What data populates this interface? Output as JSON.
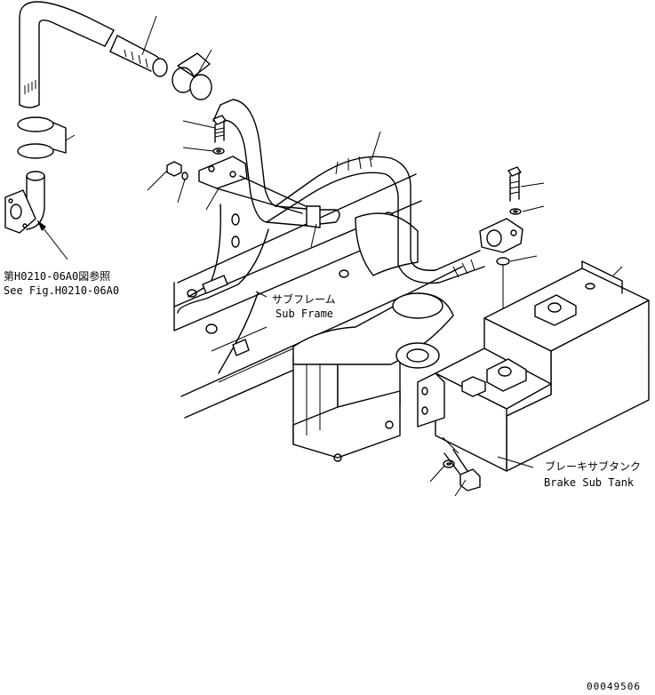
{
  "labels": {
    "see_fig_jp": "第H0210-06A0図参照",
    "see_fig_en": "See Fig.H0210-06A0",
    "sub_frame_jp": "サブフレーム",
    "sub_frame_en": "Sub Frame",
    "brake_tank_jp": "ブレーキサブタンク",
    "brake_tank_en": "Brake Sub Tank",
    "drawing_number": "00049506"
  }
}
